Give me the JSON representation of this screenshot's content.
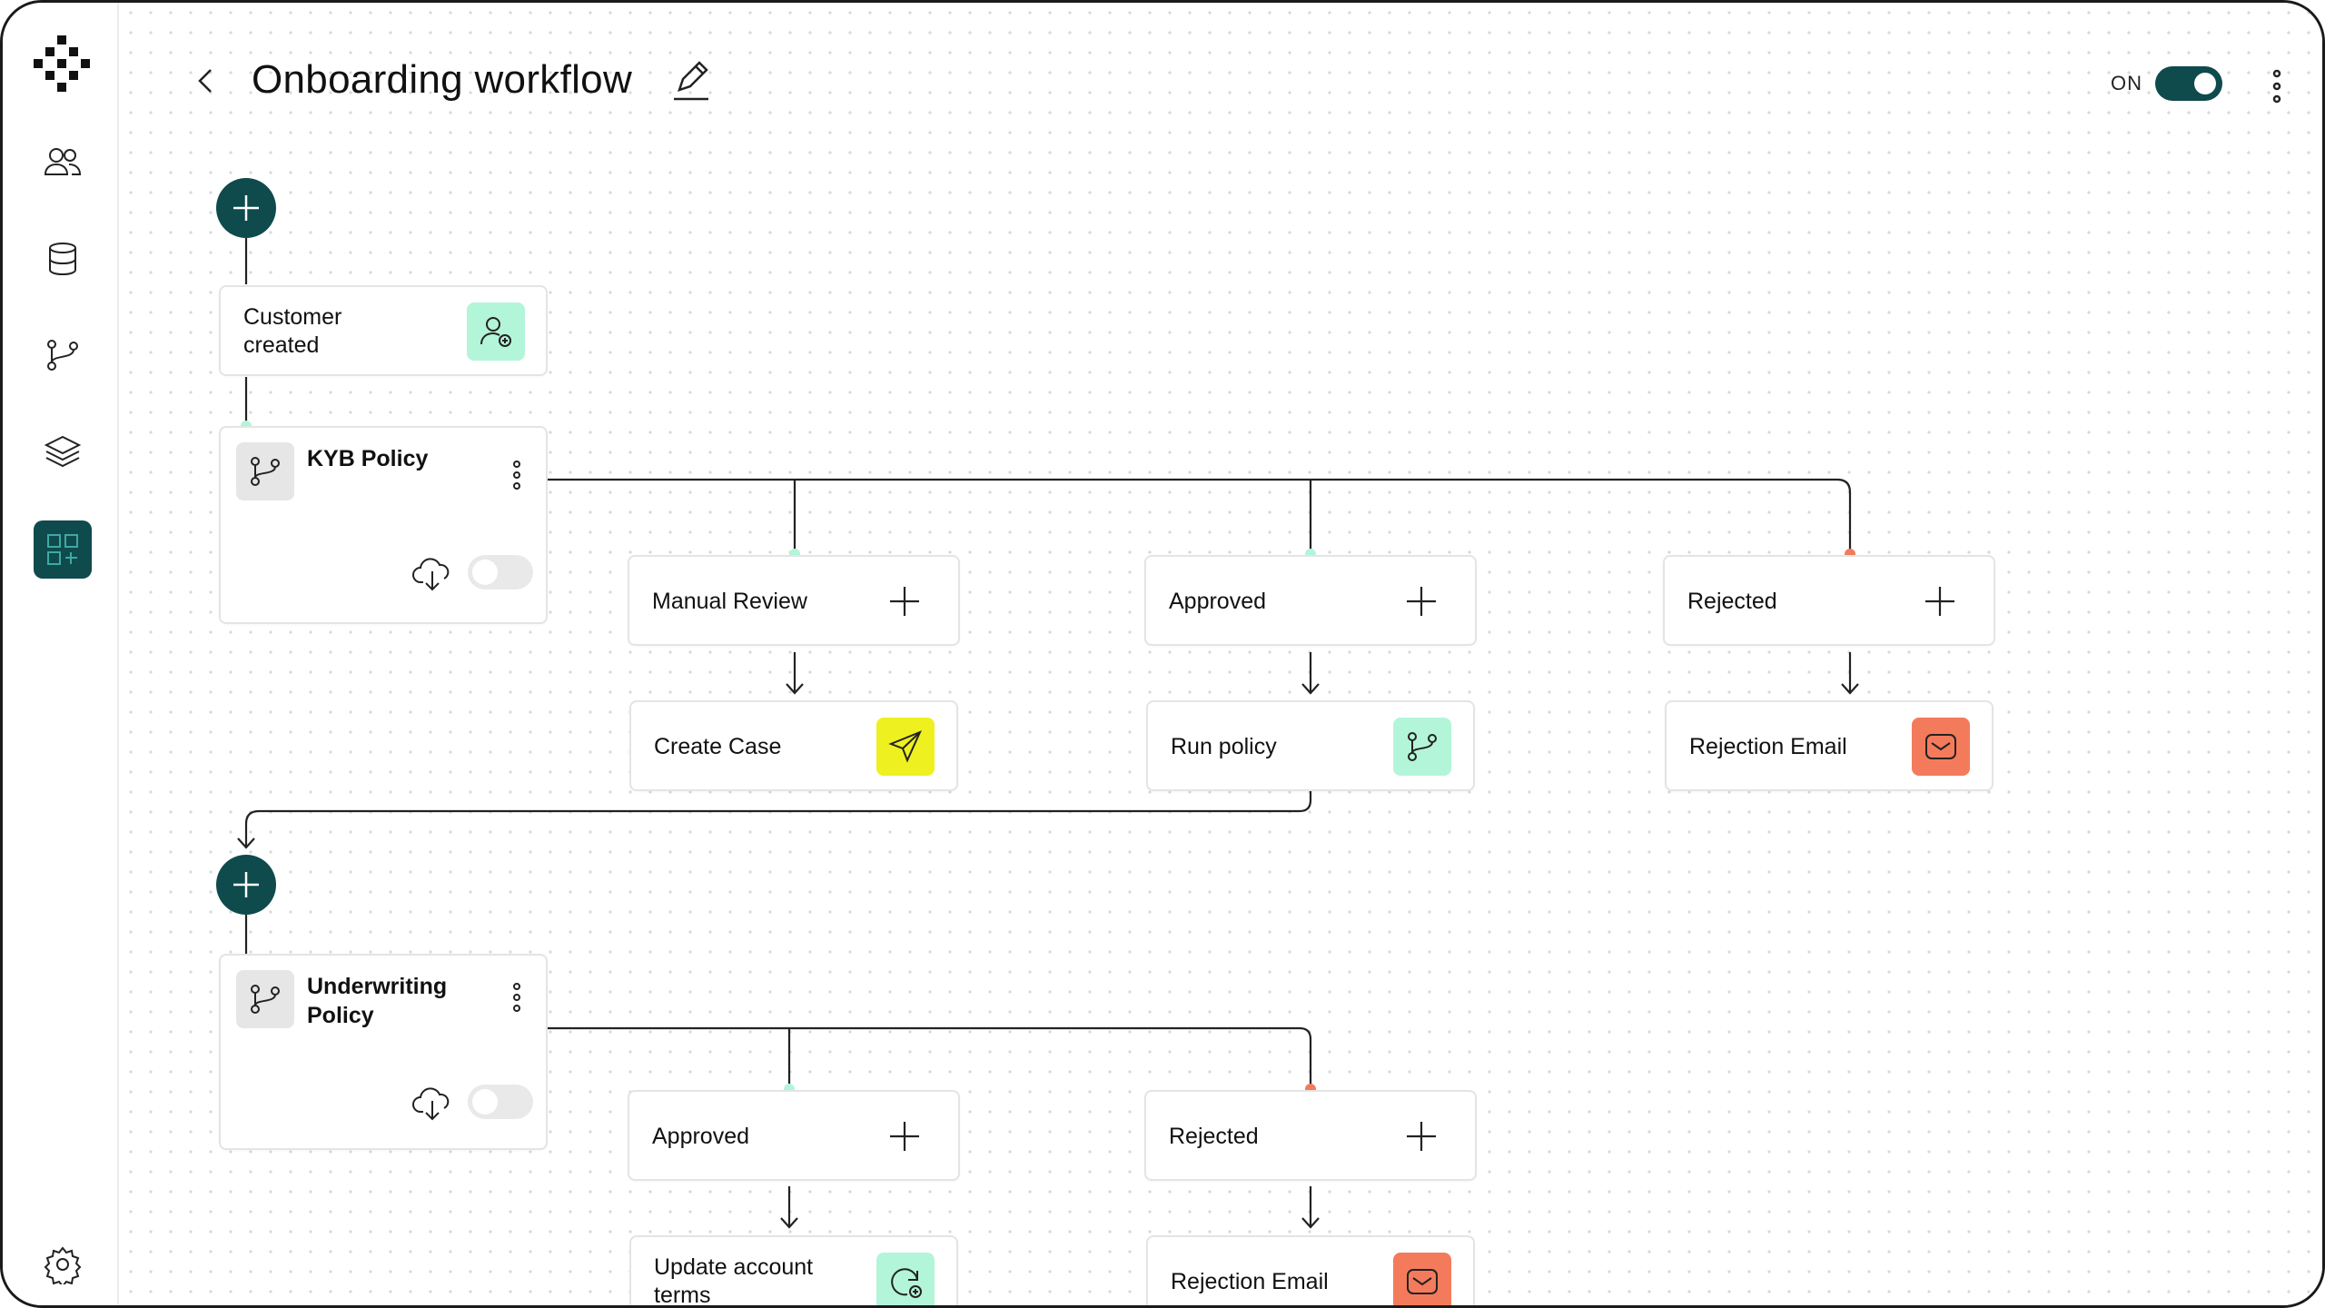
{
  "header": {
    "title": "Onboarding workflow",
    "toggle_label": "ON",
    "toggle_on": true
  },
  "sidebar": {
    "items": [
      {
        "icon": "people-icon"
      },
      {
        "icon": "database-icon"
      },
      {
        "icon": "branch-icon"
      },
      {
        "icon": "layers-icon"
      },
      {
        "icon": "add-widget-icon",
        "active": true
      },
      {
        "icon": "settings-icon"
      }
    ]
  },
  "trigger": {
    "label": "Customer created",
    "line1": "Customer",
    "line2": "created",
    "icon": "user-add-icon",
    "icon_bg": "#b3f5d9"
  },
  "policies": [
    {
      "title": "KYB Policy",
      "enabled": false,
      "branches": [
        {
          "label": "Manual Review",
          "dot": "#b3f5d9",
          "action": {
            "label": "Create Case",
            "icon": "send-icon",
            "icon_bg": "#eef01f"
          }
        },
        {
          "label": "Approved",
          "dot": "#b3f5d9",
          "action": {
            "label": "Run policy",
            "icon": "branch-icon",
            "icon_bg": "#b3f5d9"
          }
        },
        {
          "label": "Rejected",
          "dot": "#f37b5c",
          "action": {
            "label": "Rejection Email",
            "icon": "mail-icon",
            "icon_bg": "#f37b5c"
          }
        }
      ]
    },
    {
      "title": "Underwriting Policy",
      "title_line1": "Underwriting",
      "title_line2": "Policy",
      "enabled": false,
      "branches": [
        {
          "label": "Approved",
          "dot": "#b3f5d9",
          "action": {
            "label": "Update account terms",
            "line1": "Update account",
            "line2": "terms",
            "icon": "refresh-add-icon",
            "icon_bg": "#b3f5d9"
          }
        },
        {
          "label": "Rejected",
          "dot": "#f37b5c",
          "action": {
            "label": "Rejection Email",
            "icon": "mail-icon",
            "icon_bg": "#f37b5c"
          }
        }
      ]
    }
  ],
  "colors": {
    "brand": "#0f4a4d",
    "success": "#b3f5d9",
    "danger": "#f37b5c",
    "warning": "#eef01f"
  }
}
